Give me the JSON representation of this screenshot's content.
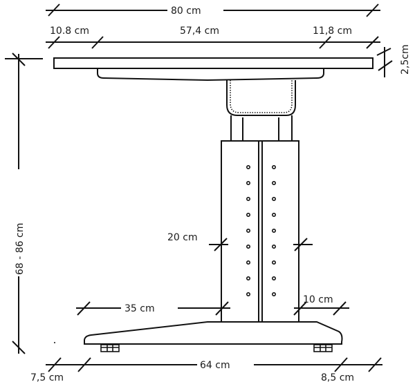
{
  "diagram": {
    "subject": "Height-adjustable desk, side elevation with dimensions",
    "dimensions": {
      "overall_width": "80 cm",
      "left_overhang": "10.8 cm",
      "center_span": "57,4 cm",
      "right_overhang": "11,8 cm",
      "top_thickness": "2,5cm",
      "height_range": "68 - 86 cm",
      "column_width": "20 cm",
      "foot_left_to_column": "35 cm",
      "foot_right_to_column": "10 cm",
      "foot_length": "64 cm",
      "foot_left_inset": "7,5 cm",
      "foot_right_inset": "8,5 cm"
    },
    "column_holes_per_side": 9,
    "colors": {
      "stroke": "#111111",
      "background": "#ffffff"
    }
  }
}
